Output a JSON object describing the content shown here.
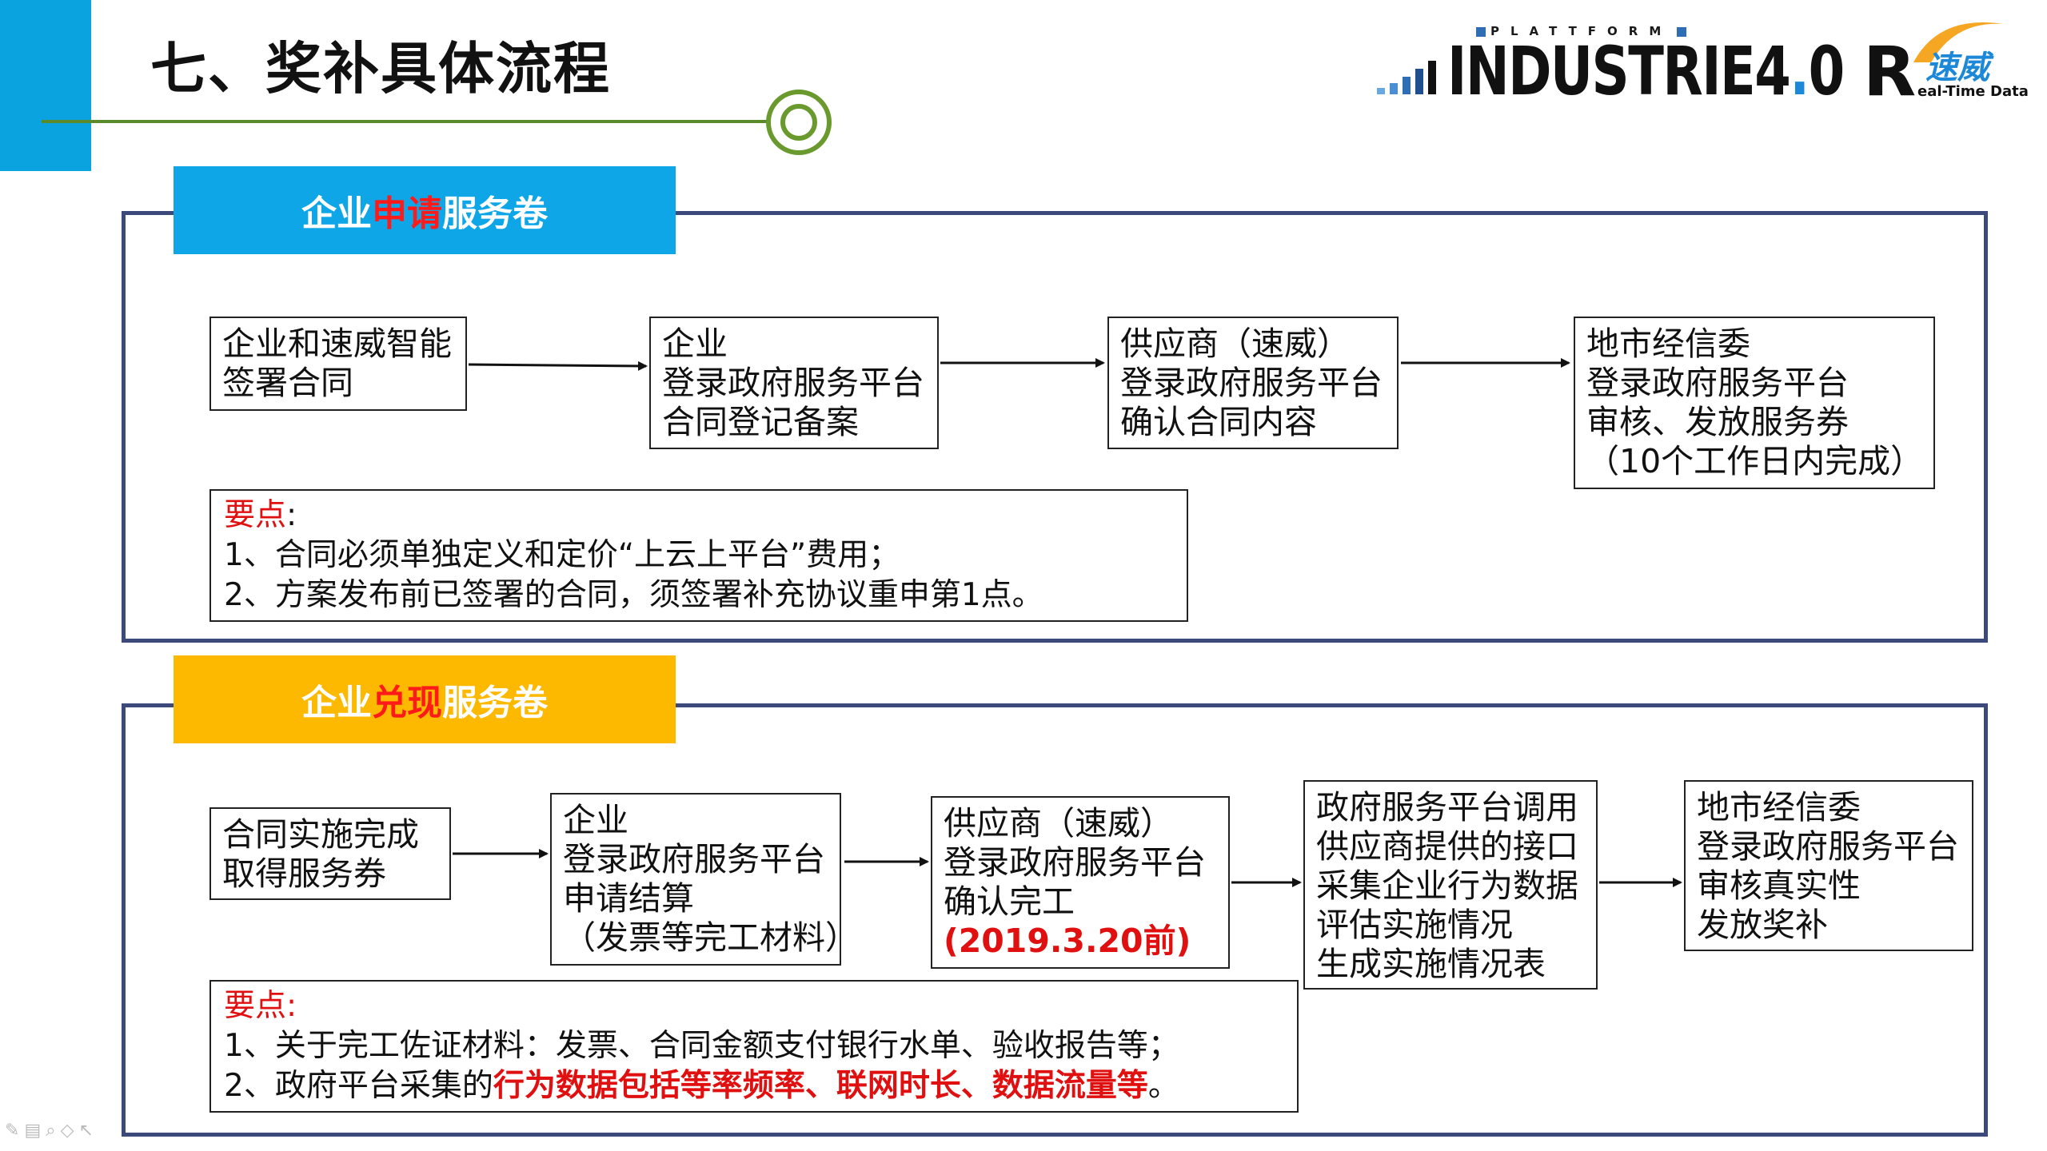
{
  "slide": {
    "title": "七、奖补具体流程"
  },
  "logo": {
    "top_text": "PLATTFORM",
    "main_text": "INDUSTRIE",
    "version": "4",
    "version_dot": ".",
    "version_tail": "0",
    "r_letter": "R",
    "cn_text": "速威",
    "tagline": "eal-Time Data"
  },
  "section1": {
    "header_pre": "企业",
    "header_hl": "申请",
    "header_post": "服务卷",
    "header_color": "#0fa6e8",
    "steps": [
      "企业和速威智能\n签署合同",
      "企业\n登录政府服务平台\n合同登记备案",
      "供应商（速威）\n登录政府服务平台\n确认合同内容",
      "地市经信委\n登录政府服务平台\n审核、发放服务券\n（10个工作日内完成）"
    ],
    "note_label": "要点",
    "note_colon": ":",
    "note_lines": [
      "1、合同必须单独定义和定价“上云上平台”费用；",
      "2、方案发布前已签署的合同，须签署补充协议重申第1点。"
    ]
  },
  "section2": {
    "header_pre": "企业",
    "header_hl": "兑现",
    "header_post": "服务卷",
    "header_color": "#fcb900",
    "steps": [
      "合同实施完成\n取得服务券",
      "企业\n登录政府服务平台\n申请结算\n（发票等完工材料）",
      "供应商（速威）\n登录政府服务平台\n确认完工",
      "政府服务平台调用\n供应商提供的接口\n采集企业行为数据\n评估实施情况\n生成实施情况表",
      "地市经信委\n登录政府服务平台\n审核真实性\n发放奖补"
    ],
    "step3_deadline": "(2019.3.20前)",
    "note_label": "要点:",
    "note_line1": "1、关于完工佐证材料：发票、合同金额支付银行水单、验收报告等；",
    "note_line2_pre": "2、政府平台采集的",
    "note_line2_hl": "行为数据包括等率频率、联网时长、数据流量等",
    "note_line2_post": "。"
  },
  "colors": {
    "accent_blue": "#0aa3e0",
    "accent_yellow": "#fcb900",
    "highlight_red": "#e01010",
    "panel_border": "#3b4a7a",
    "title_line_green": "#5a8a2a"
  }
}
